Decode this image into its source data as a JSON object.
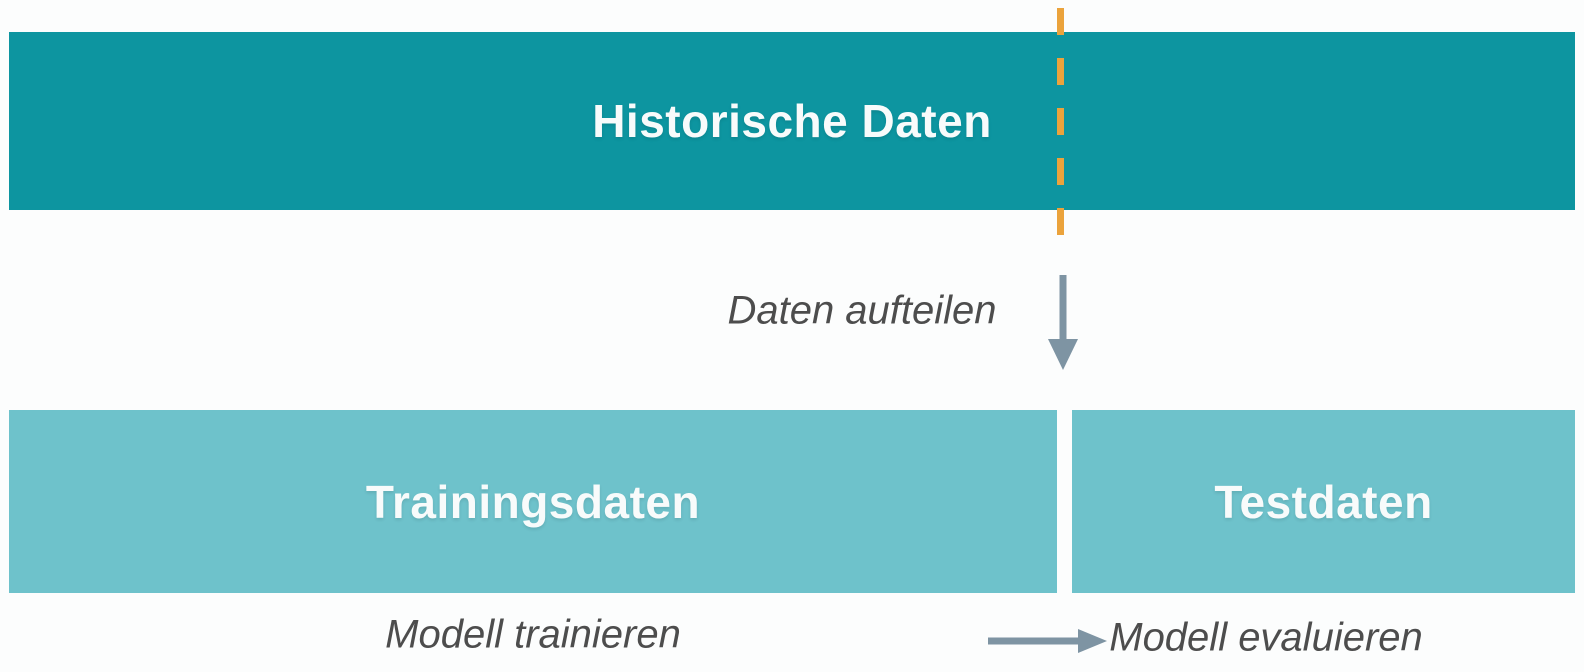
{
  "title_bar": {
    "label": "Historische Daten"
  },
  "split": {
    "label": "Daten aufteilen"
  },
  "bars": {
    "training": {
      "label": "Trainingsdaten"
    },
    "test": {
      "label": "Testdaten"
    }
  },
  "captions": {
    "train": "Modell trainieren",
    "evaluate": "Modell evaluieren"
  },
  "icons": {
    "split_divider": "orange-dashed-vertical-line",
    "down_arrow": "arrow-down-icon",
    "right_arrow": "arrow-right-icon"
  },
  "colors": {
    "background": "#FCFDFD",
    "dark_teal": "#0D95A0",
    "light_teal": "#6EC2CB",
    "orange": "#EBA33C",
    "arrow_gray": "#7E94A3",
    "caption_gray": "#4D4D4D",
    "bar_text": "#F8FBFB"
  }
}
